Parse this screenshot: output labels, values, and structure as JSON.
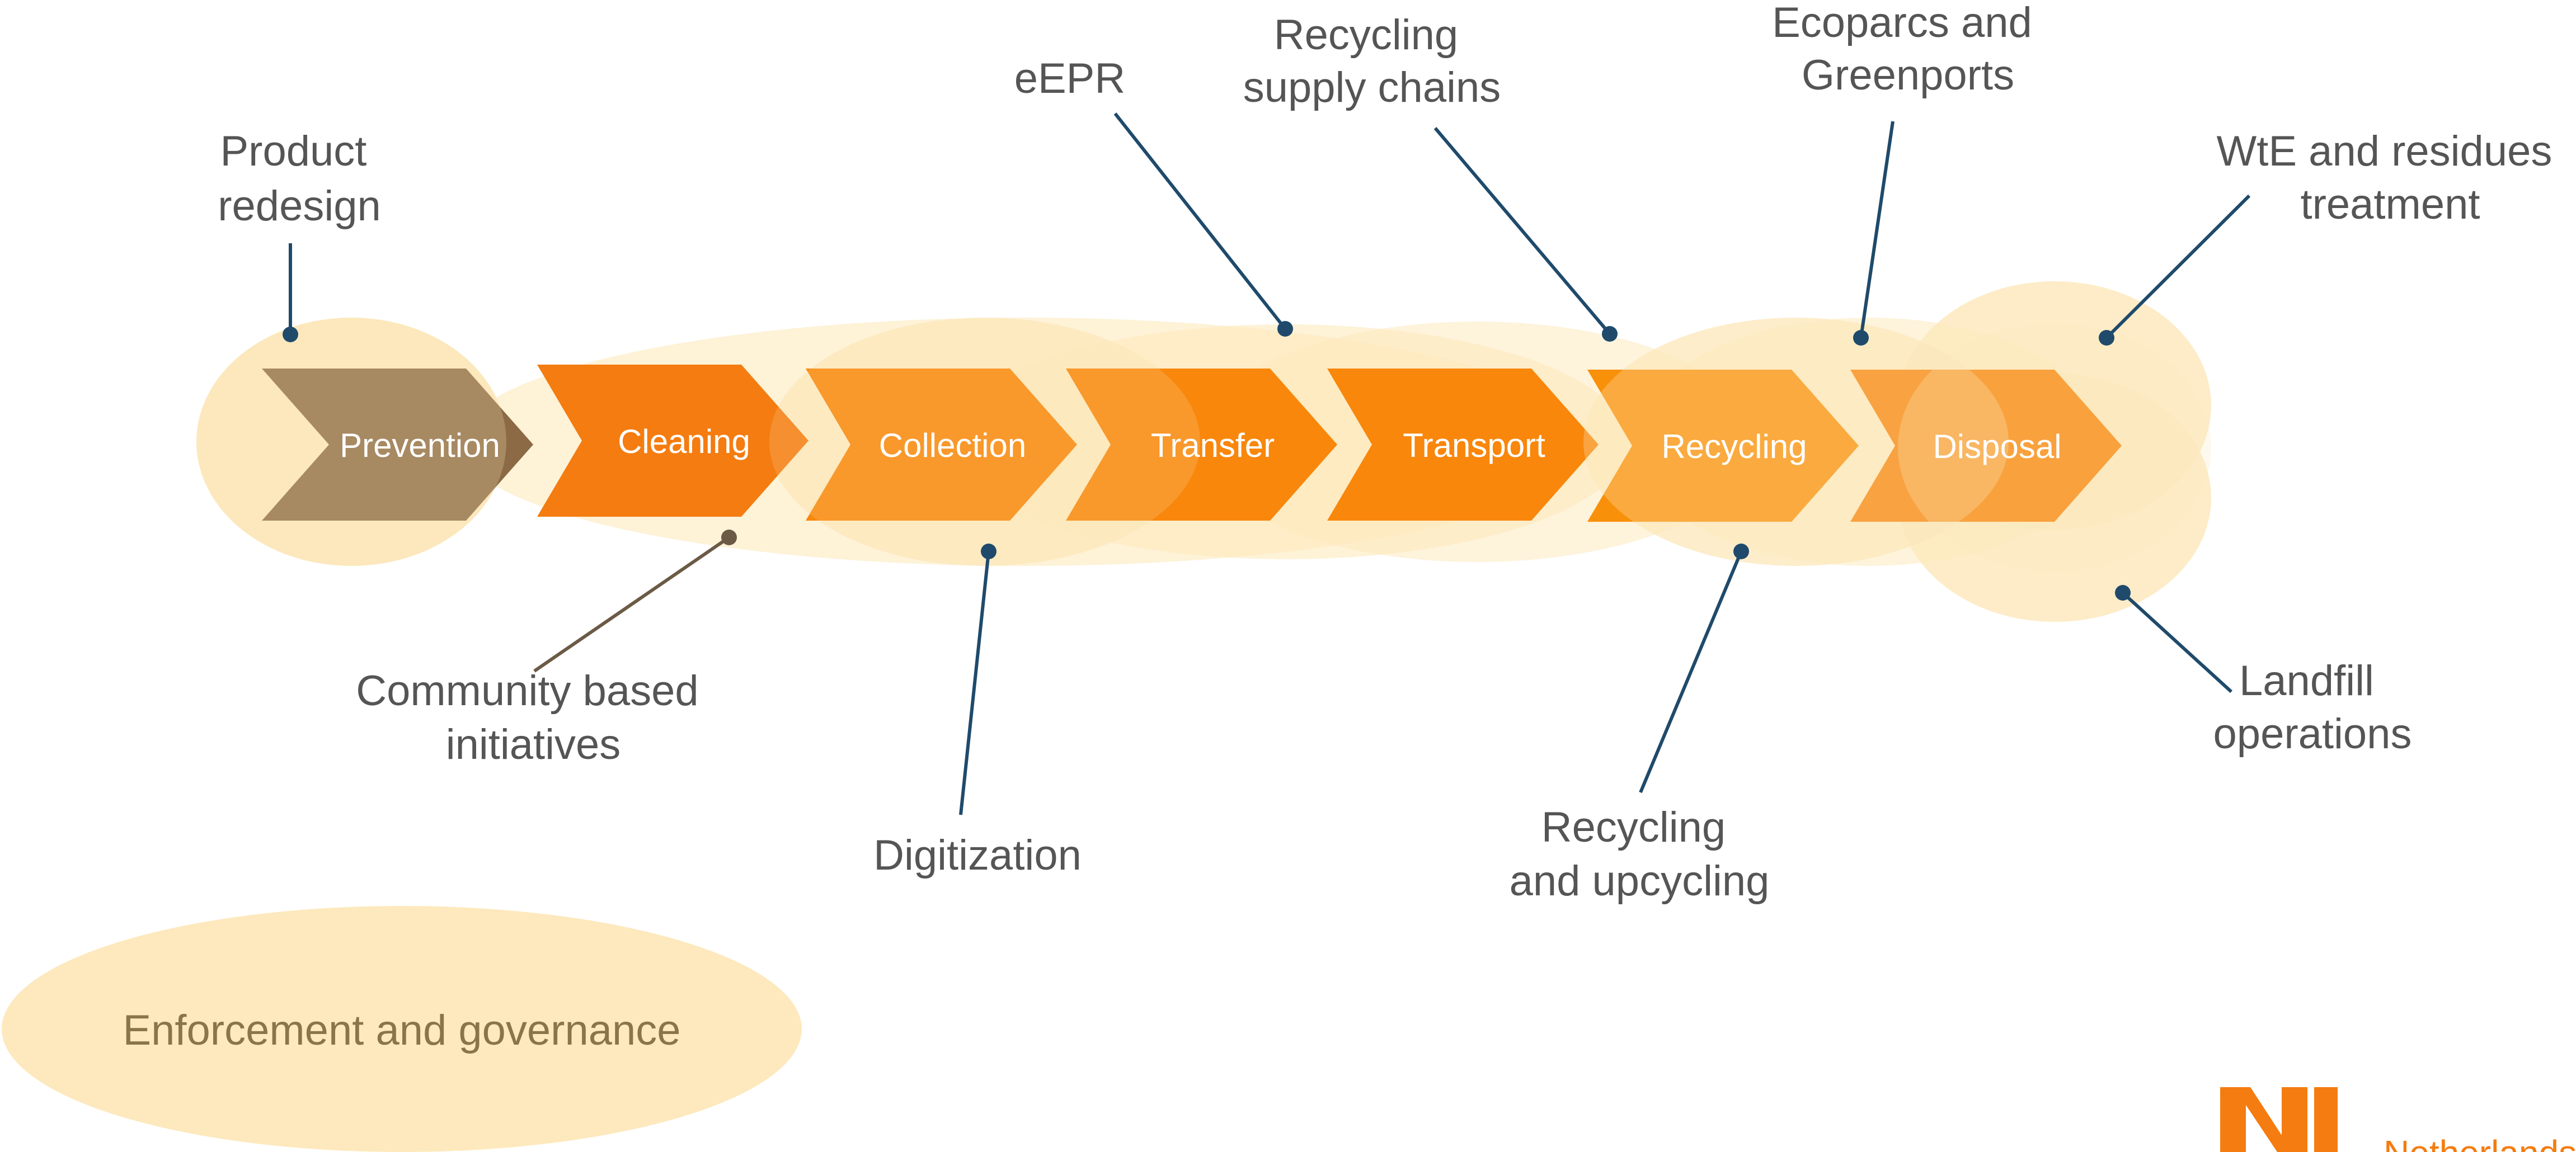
{
  "stages": [
    {
      "label": "Prevention",
      "color": "#8b6a45",
      "text_color": "#ffffff"
    },
    {
      "label": "Cleaning",
      "color": "#f47c10",
      "text_color": "#ffffff"
    },
    {
      "label": "Collection",
      "color": "#f8870c",
      "text_color": "#ffffff"
    },
    {
      "label": "Transfer",
      "color": "#f8870c",
      "text_color": "#ffffff"
    },
    {
      "label": "Transport",
      "color": "#f8870c",
      "text_color": "#ffffff"
    },
    {
      "label": "Recycling",
      "color": "#f9900a",
      "text_color": "#ffe3b0"
    },
    {
      "label": "Disposal",
      "color": "#f8850c",
      "text_color": "#ffffff"
    }
  ],
  "callouts": [
    {
      "lines": [
        "Product",
        "redesign"
      ]
    },
    {
      "lines": [
        "eEPR"
      ]
    },
    {
      "lines": [
        "Recycling",
        "supply chains"
      ]
    },
    {
      "lines": [
        "Ecoparcs and",
        "Greenports"
      ]
    },
    {
      "lines": [
        "WtE and residues",
        "treatment"
      ]
    },
    {
      "lines": [
        "Community based",
        "initiatives"
      ]
    },
    {
      "lines": [
        "Digitization"
      ]
    },
    {
      "lines": [
        "Recycling",
        "and upcycling"
      ]
    },
    {
      "lines": [
        "Landfill",
        "operations"
      ]
    }
  ],
  "governance": {
    "label": "Enforcement and governance"
  },
  "colors": {
    "highlight": "#fde9bd",
    "connector_dark": "#1f4a6b",
    "connector_brown": "#6b5a45",
    "logo_orange": "#f47c10"
  },
  "logo": {
    "name": "nl-brand-logo",
    "text": "NL",
    "tagline": "Netherlands"
  }
}
